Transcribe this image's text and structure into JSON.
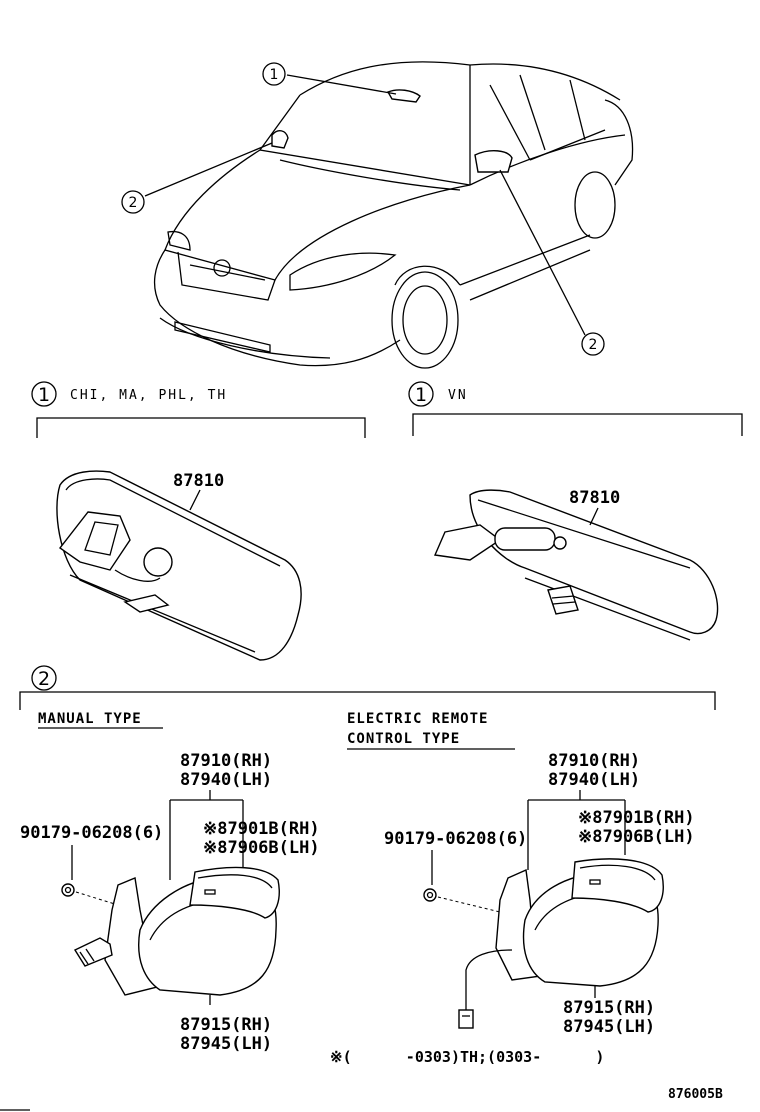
{
  "callouts": {
    "c1": "1",
    "c2": "2"
  },
  "sections": {
    "mirror_variant_a": {
      "marker": "1",
      "label": "CHI, MA, PHL, TH",
      "part": "87810"
    },
    "mirror_variant_b": {
      "marker": "1",
      "label": "VN",
      "part": "87810"
    },
    "outer_mirror": {
      "marker": "2"
    }
  },
  "manual_type": {
    "title": "MANUAL TYPE",
    "part_top_1": "87910(RH)",
    "part_top_2": "87940(LH)",
    "screw": "90179-06208(6)",
    "cover_1": "※87901B(RH)",
    "cover_2": "※87906B(LH)",
    "part_bottom_1": "87915(RH)",
    "part_bottom_2": "87945(LH)"
  },
  "electric_type": {
    "title_1": "ELECTRIC REMOTE",
    "title_2": "CONTROL TYPE",
    "part_top_1": "87910(RH)",
    "part_top_2": "87940(LH)",
    "screw": "90179-06208(6)",
    "cover_1": "※87901B(RH)",
    "cover_2": "※87906B(LH)",
    "part_bottom_1": "87915(RH)",
    "part_bottom_2": "87945(LH)"
  },
  "footnote": "※(      -0303)TH;(0303-      )",
  "figure_id": "876005B"
}
